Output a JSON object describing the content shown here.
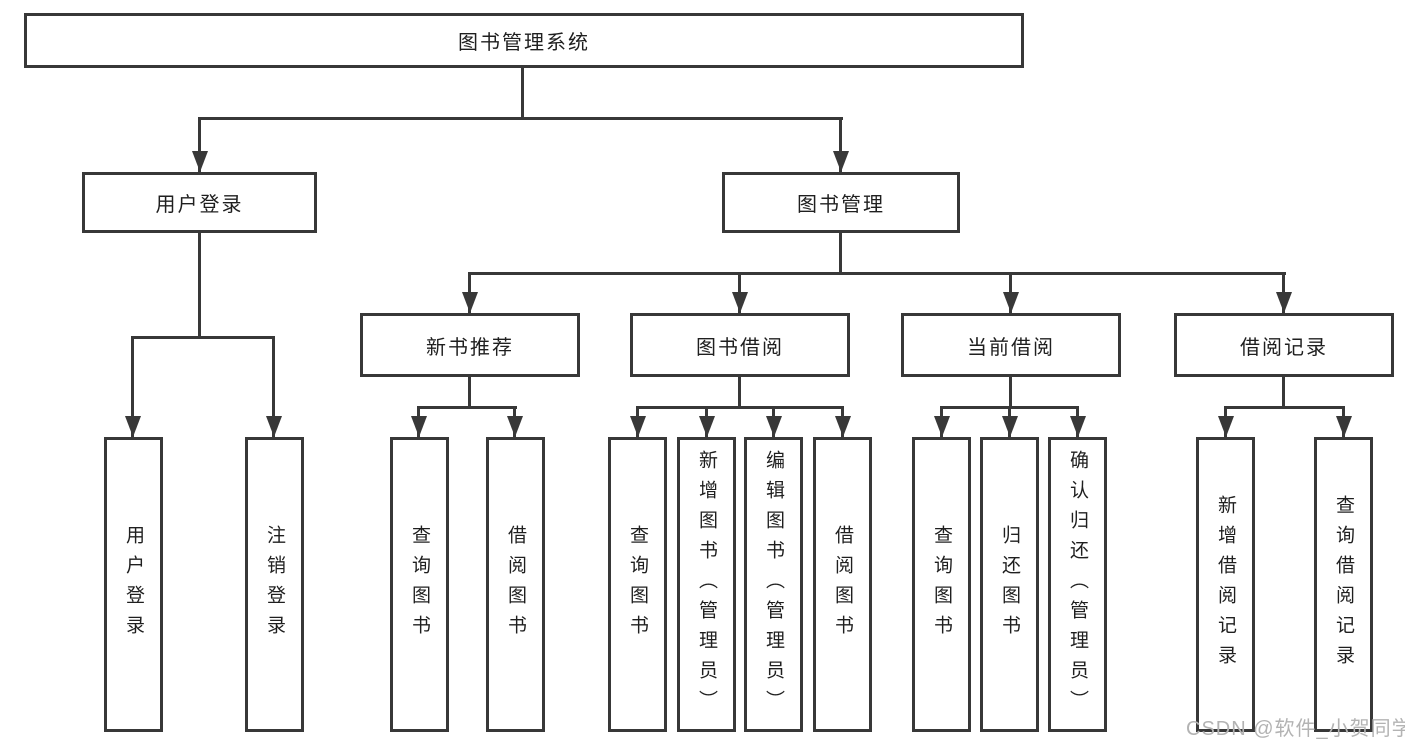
{
  "tree": {
    "label": "图书管理系统",
    "children": [
      {
        "label": "用户登录",
        "children": [
          {
            "label": "用户登录"
          },
          {
            "label": "注销登录"
          }
        ]
      },
      {
        "label": "图书管理",
        "children": [
          {
            "label": "新书推荐",
            "children": [
              {
                "label": "查询图书"
              },
              {
                "label": "借阅图书"
              }
            ]
          },
          {
            "label": "图书借阅",
            "children": [
              {
                "label": "查询图书"
              },
              {
                "label": "新增图书（管理员）"
              },
              {
                "label": "编辑图书（管理员）"
              },
              {
                "label": "借阅图书"
              }
            ]
          },
          {
            "label": "当前借阅",
            "children": [
              {
                "label": "查询图书"
              },
              {
                "label": "归还图书"
              },
              {
                "label": "确认归还（管理员）"
              }
            ]
          },
          {
            "label": "借阅记录",
            "children": [
              {
                "label": "新增借阅记录"
              },
              {
                "label": "查询借阅记录"
              }
            ]
          }
        ]
      }
    ]
  },
  "watermark": "CSDN @软件_小贺同学",
  "colors": {
    "line": "#383838",
    "text": "#1f1f1f",
    "watermark": "#b3b3b3",
    "background": "#ffffff"
  }
}
